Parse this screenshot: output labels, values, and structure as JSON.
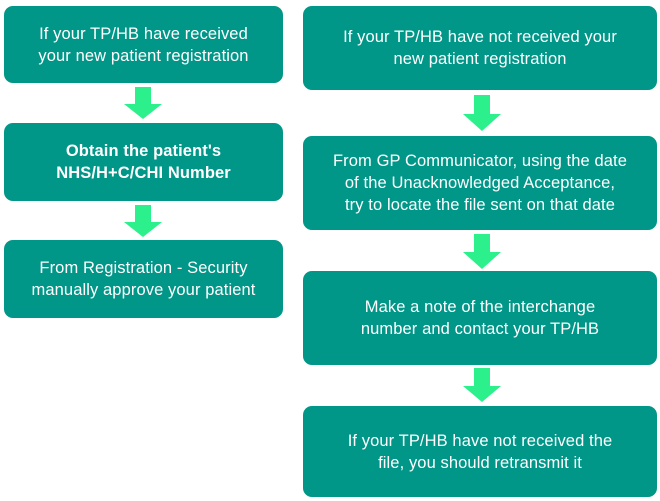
{
  "diagram": {
    "title": "New patient registration troubleshooting flowchart",
    "colors": {
      "node_fill": "#009688",
      "node_text": "#ffffff",
      "arrow_fill": "#2BF08B",
      "background": "#ffffff"
    },
    "columns": [
      {
        "name": "left-branch",
        "nodes": [
          {
            "id": "left-1",
            "text": "If your TP/HB have received\nyour new patient registration",
            "emphasis": "normal"
          },
          {
            "id": "left-2",
            "text": "Obtain the patient's\nNHS/H+C/CHI Number",
            "emphasis": "semibold"
          },
          {
            "id": "left-3",
            "text": "From Registration - Security\nmanually approve your patient",
            "emphasis": "normal"
          }
        ],
        "connectors": [
          {
            "id": "left-arrow-1",
            "icon": "down-arrow-icon"
          },
          {
            "id": "left-arrow-2",
            "icon": "down-arrow-icon"
          }
        ]
      },
      {
        "name": "right-branch",
        "nodes": [
          {
            "id": "right-1",
            "text": "If your TP/HB have not received your\nnew patient registration",
            "emphasis": "normal"
          },
          {
            "id": "right-2",
            "text": "From GP Communicator, using the date\nof the Unacknowledged Acceptance,\ntry to locate the file sent on that date",
            "emphasis": "normal"
          },
          {
            "id": "right-3",
            "text": "Make a note of the interchange\nnumber and contact your TP/HB",
            "emphasis": "normal"
          },
          {
            "id": "right-4",
            "text": "If your TP/HB have not received the\nfile, you should retransmit it",
            "emphasis": "normal"
          }
        ],
        "connectors": [
          {
            "id": "right-arrow-1",
            "icon": "down-arrow-icon"
          },
          {
            "id": "right-arrow-2",
            "icon": "down-arrow-icon"
          },
          {
            "id": "right-arrow-3",
            "icon": "down-arrow-icon"
          }
        ]
      }
    ]
  }
}
